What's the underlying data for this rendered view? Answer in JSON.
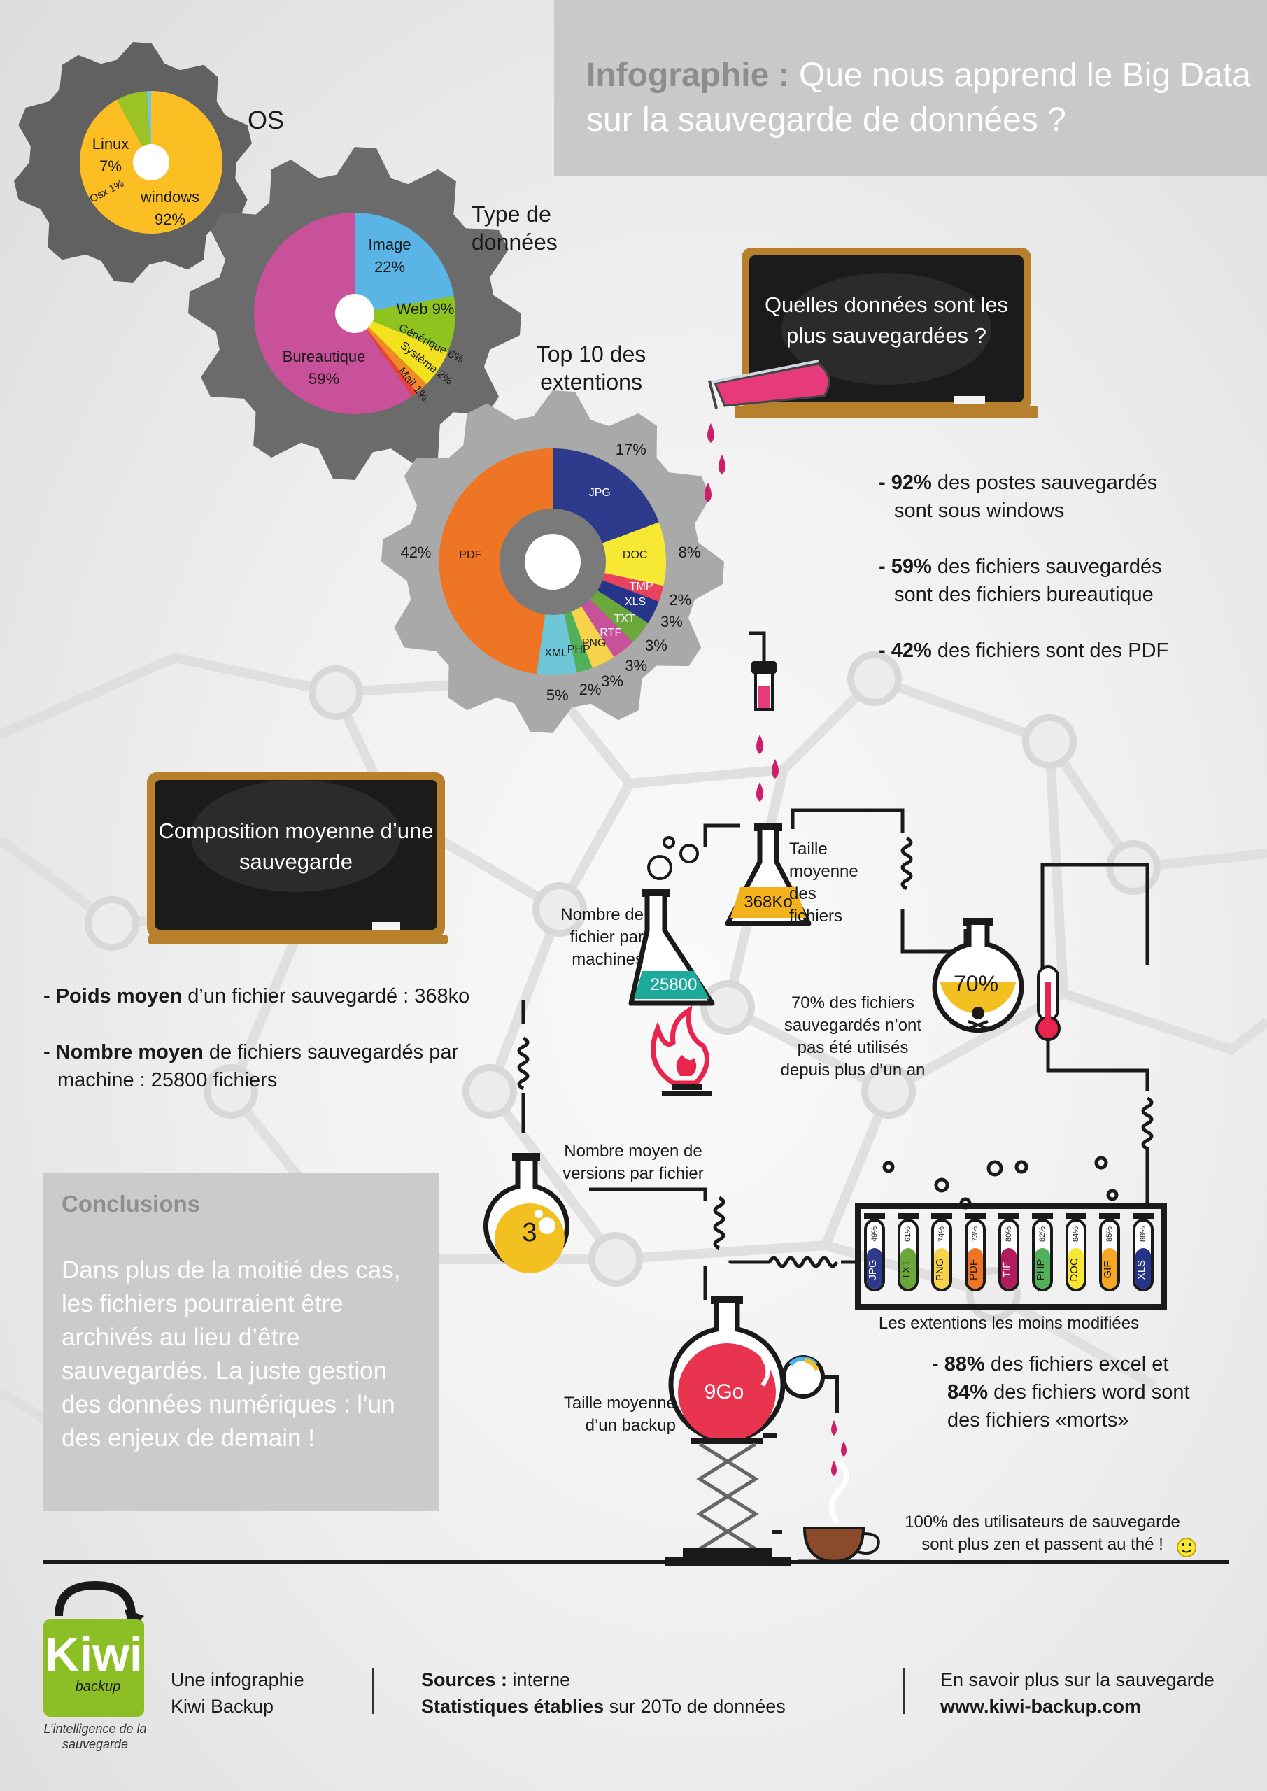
{
  "title": {
    "bold": "Infographie :",
    "rest": " Que nous apprend le Big Data sur la sauvegarde de données ?"
  },
  "charts": {
    "os": {
      "label": "OS",
      "slices": [
        {
          "name": "windows",
          "value": 92,
          "text": "windows 92%",
          "color": "#fbbf24"
        },
        {
          "name": "Linux",
          "value": 7,
          "text": "Linux 7%",
          "color": "#9cc324"
        },
        {
          "name": "Osx",
          "value": 1,
          "text": "Osx 1%",
          "color": "#6cc4e8"
        }
      ]
    },
    "types": {
      "label": "Type de données",
      "slices": [
        {
          "name": "Image",
          "value": 22,
          "text": "Image 22%",
          "color": "#5ab5e6"
        },
        {
          "name": "Web",
          "value": 9,
          "text": "Web 9%",
          "color": "#8fc31f"
        },
        {
          "name": "Générique",
          "value": 6,
          "text": "Générique 6%",
          "color": "#f2e11f"
        },
        {
          "name": "Système",
          "value": 2,
          "text": "Système 2%",
          "color": "#f08a24"
        },
        {
          "name": "Mail",
          "value": 1,
          "text": "Mail 1%",
          "color": "#e8413c"
        },
        {
          "name": "Bureautique",
          "value": 59,
          "text": "Bureautique 59%",
          "color": "#c9519a"
        }
      ]
    },
    "ext": {
      "label": "Top 10 des extentions",
      "slices": [
        {
          "name": "JPG",
          "value": 17,
          "pct": "17%",
          "color": "#2e3a8c"
        },
        {
          "name": "DOC",
          "value": 8,
          "pct": "8%",
          "color": "#f6e833"
        },
        {
          "name": "TMP",
          "value": 2,
          "pct": "2%",
          "color": "#e8425d"
        },
        {
          "name": "XLS",
          "value": 3,
          "pct": "3%",
          "color": "#26358a"
        },
        {
          "name": "TXT",
          "value": 3,
          "pct": "3%",
          "color": "#6aa83c"
        },
        {
          "name": "RTF",
          "value": 3,
          "pct": "3%",
          "color": "#c9519a"
        },
        {
          "name": "PNG",
          "value": 3,
          "pct": "3%",
          "color": "#f6d34a"
        },
        {
          "name": "PHP",
          "value": 2,
          "pct": "2%",
          "color": "#52b05a"
        },
        {
          "name": "XML",
          "value": 5,
          "pct": "5%",
          "color": "#6cc6d6"
        },
        {
          "name": "PDF",
          "value": 42,
          "pct": "42%",
          "color": "#ee7524"
        }
      ]
    }
  },
  "chalkboards": {
    "q1": "Quelles données sont les plus sauvegardées ?",
    "q2": "Composition moyenne d’une sauvegarde"
  },
  "stats_right": [
    {
      "bold": "- 92%",
      "rest": " des postes sauvegardés",
      "line2": "sont sous windows"
    },
    {
      "bold": "- 59%",
      "rest": " des fichiers sauvegardés",
      "line2": "sont des fichiers bureautique"
    },
    {
      "bold": "- 42%",
      "rest": " des fichiers sont des PDF",
      "line2": ""
    }
  ],
  "stats_left": [
    {
      "bold": "- Poids moyen",
      "rest": " d’un fichier sauvegardé :  368ko",
      "line2": ""
    },
    {
      "bold": "- Nombre moyen",
      "rest": " de fichiers sauvegardés par",
      "line2": "machine : 25800 fichiers"
    }
  ],
  "lab": {
    "flask_size": {
      "value": "368Ko",
      "label": "Taille moyenne des fichiers"
    },
    "flask_count": {
      "value": "25800",
      "label": "Nombre de fichier par machines"
    },
    "flask_unused": {
      "value": "70%",
      "label": "70% des fichiers sauvegardés n’ont pas été utilisés depuis plus d’un an"
    },
    "flask_versions": {
      "value": "3",
      "label": "Nombre moyen de versions par fichier"
    },
    "flask_backup": {
      "value": "9Go",
      "label": "Taille moyenne d’un backup"
    },
    "tubes_caption": "Les extentions les moins modifiées",
    "tubes": [
      {
        "name": "JPG",
        "pct": "49%",
        "color": "#2e3a8c"
      },
      {
        "name": "TXT",
        "pct": "61%",
        "color": "#6aa83c"
      },
      {
        "name": "PNG",
        "pct": "74%",
        "color": "#f6d34a"
      },
      {
        "name": "PDF",
        "pct": "73%",
        "color": "#ee7524"
      },
      {
        "name": "TIF",
        "pct": "80%",
        "color": "#b01c5c"
      },
      {
        "name": "PHP",
        "pct": "82%",
        "color": "#52b05a"
      },
      {
        "name": "DOC",
        "pct": "84%",
        "color": "#f6e833"
      },
      {
        "name": "GIF",
        "pct": "85%",
        "color": "#f5a623"
      },
      {
        "name": "XLS",
        "pct": "88%",
        "color": "#26358a"
      }
    ],
    "excel_word": [
      {
        "bold": "- 88%",
        "rest": " des fichiers excel et"
      },
      {
        "bold": "84%",
        "rest": " des fichiers word sont"
      },
      {
        "bold": "",
        "rest": "des fichiers «morts»"
      }
    ],
    "zen": "100% des utilisateurs de sauvegarde sont plus zen et passent au thé !"
  },
  "conclusions": {
    "heading": "Conclusions",
    "text": "Dans plus de la moitié des cas, les fichiers pourraient être archivés au lieu d’être sauvegardés. La juste gestion des données numériques : l’un des enjeux de demain !"
  },
  "footer": {
    "logo": "Kiwi",
    "logo_sub": "backup",
    "tagline": "L’intelligence de la sauvegarde",
    "credit": "Une infographie Kiwi Backup",
    "sources_bold": "Sources :",
    "sources": " interne",
    "stats_bold": "Statistiques établies",
    "stats": " sur 20To de données",
    "more": "En savoir plus sur la sauvegarde",
    "url": "www.kiwi-backup.com"
  }
}
